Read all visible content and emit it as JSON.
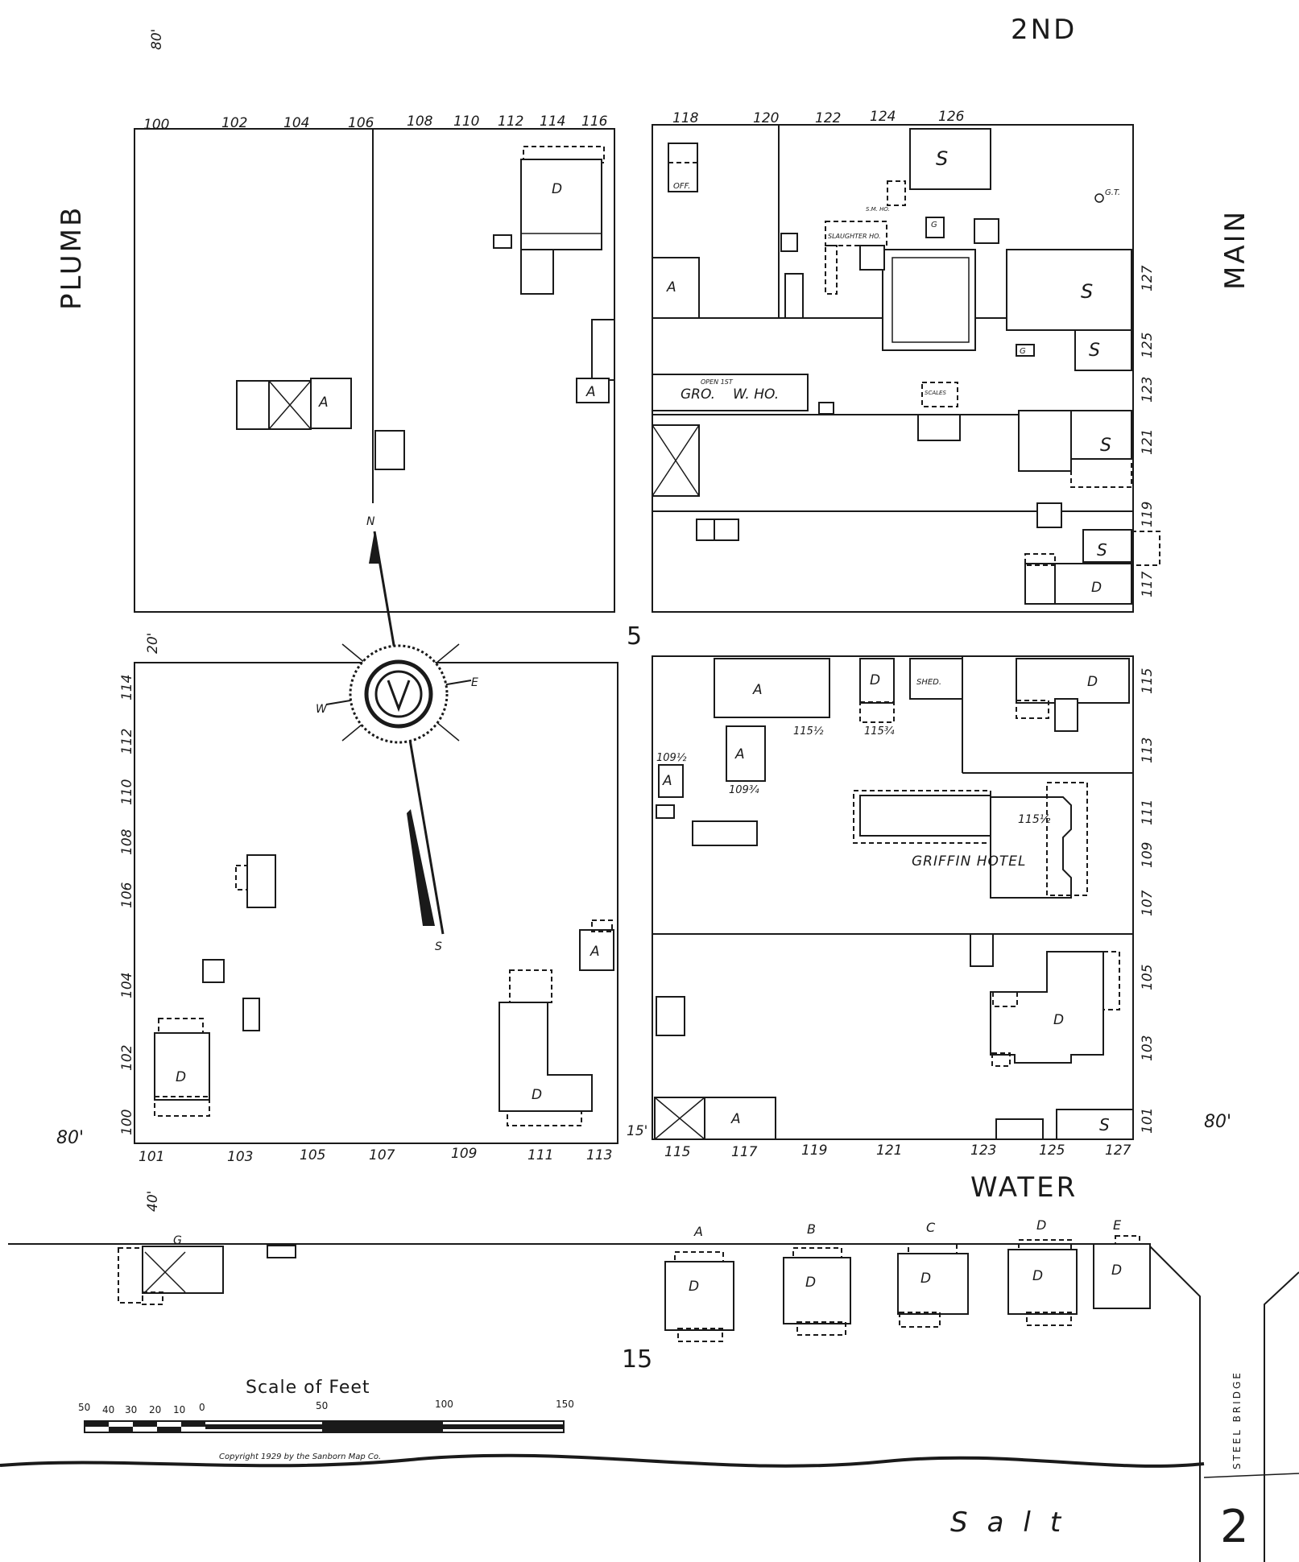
{
  "streets": {
    "top": "2ND",
    "left": "PLUMB",
    "right": "MAIN",
    "middle": "WATER",
    "river": "Salt",
    "bridge": "STEEL BRIDGE"
  },
  "street_widths": {
    "top_left": "80'",
    "left_mid": "20'",
    "bottom_left": "80'",
    "right_bottom": "80'",
    "water_left": "40'",
    "mid_gap": "15'"
  },
  "block_numbers": {
    "upper_center": "5",
    "lower_center": "15",
    "sheet": "2"
  },
  "addresses": {
    "top_left": [
      "100",
      "102",
      "104",
      "106",
      "108",
      "110",
      "112",
      "114",
      "116"
    ],
    "top_right": [
      "118",
      "120",
      "122",
      "124",
      "126"
    ],
    "main_upper": [
      "127",
      "125",
      "123",
      "121",
      "119",
      "117"
    ],
    "main_lower": [
      "115",
      "113",
      "111",
      "109",
      "107",
      "105",
      "103",
      "101"
    ],
    "plumb_lower": [
      "114",
      "112",
      "110",
      "108",
      "106",
      "104",
      "102",
      "100"
    ],
    "water_left": [
      "101",
      "103",
      "105",
      "107",
      "109",
      "111",
      "113"
    ],
    "water_right": [
      "115",
      "117",
      "119",
      "121",
      "123",
      "125",
      "127"
    ],
    "fractional": [
      "115½",
      "115¾",
      "109½",
      "109¾"
    ]
  },
  "labels": {
    "dwelling": "D",
    "auto": "A",
    "store": "S",
    "office": "OFF.",
    "shed": "SHED.",
    "slaughter": "SLAUGHTER HO.",
    "sm_ho": "S.M. HO.",
    "grocery": "GRO.",
    "warehouse": "W. HO.",
    "open": "OPEN 1ST",
    "scales": "SCALES",
    "gas_tank": "G.T.",
    "garage": "G",
    "hotel": "GRIFFIN HOTEL"
  },
  "row_houses": [
    "A",
    "B",
    "C",
    "D",
    "E"
  ],
  "compass": {
    "n": "N",
    "s": "S",
    "e": "E",
    "w": "W"
  },
  "scale": {
    "title": "Scale of Feet",
    "ticks": [
      "50",
      "40",
      "30",
      "20",
      "10",
      "0",
      "50",
      "100",
      "150"
    ]
  },
  "copyright": "Copyright 1929 by the Sanborn Map Co."
}
